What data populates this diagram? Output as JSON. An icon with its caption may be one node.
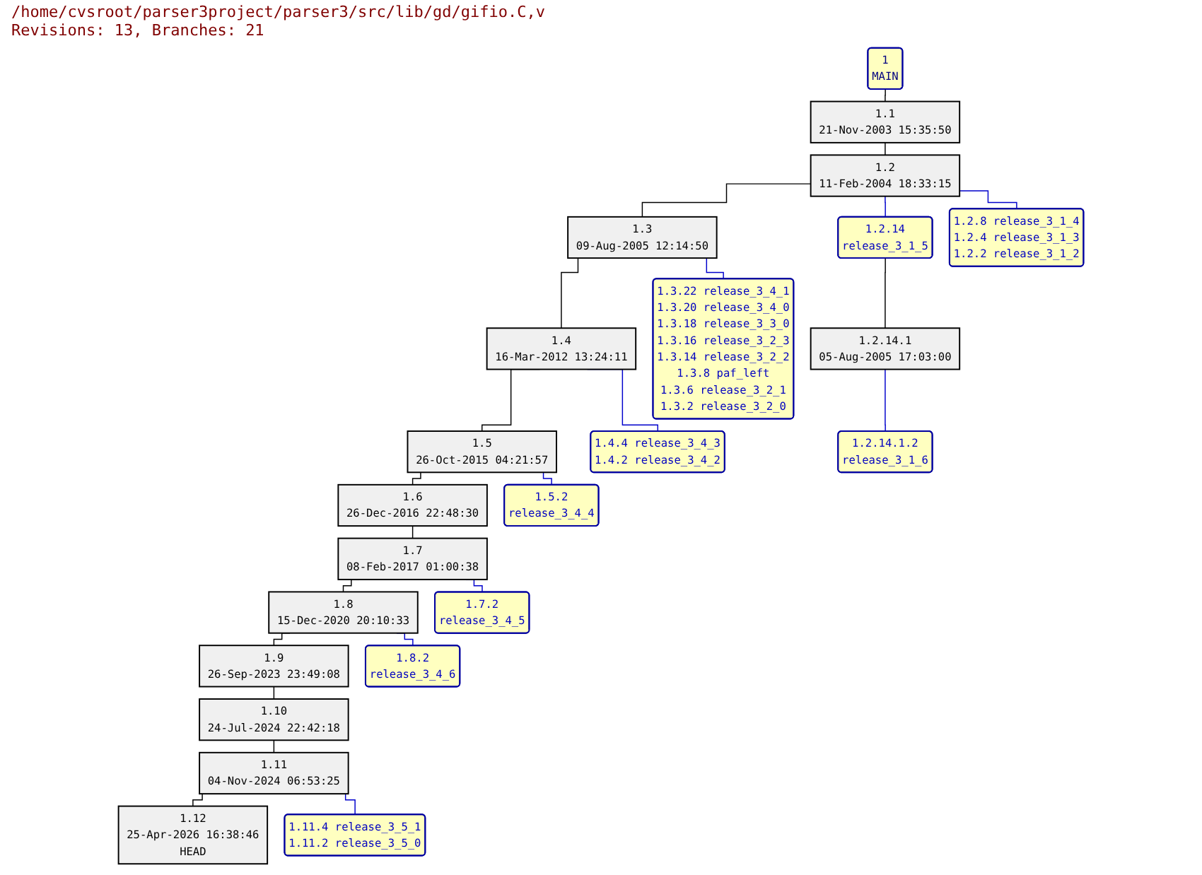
{
  "diagram": {
    "title": "/home/cvsroot/parser3project/parser3/src/lib/gd/gifio.C,v",
    "nodes": [
      {
        "text": [
          "1",
          "MAIN"
        ]
      },
      {
        "text": [
          "1.1",
          "21-Nov-2003 15:35:50"
        ]
      },
      {
        "text": [
          "1.2",
          "11-Feb-2004 18:33:15"
        ]
      },
      {
        "text": [
          "1.3",
          "09-Aug-2005 12:14:50"
        ]
      },
      {
        "text": [
          "1.4",
          "16-Mar-2012 13:24:11"
        ]
      },
      {
        "text": [
          "1.5",
          "26-Oct-2015 04:21:57"
        ]
      },
      {
        "text": [
          "1.6",
          "26-Dec-2016 22:48:30"
        ]
      },
      {
        "text": [
          "1.7",
          "08-Feb-2017 01:00:38"
        ]
      },
      {
        "text": [
          "1.8",
          "15-Dec-2020 20:10:33"
        ]
      },
      {
        "text": [
          "1.9",
          "26-Sep-2023 23:49:08"
        ]
      },
      {
        "text": [
          "1.10",
          "24-Jul-2024 22:42:18"
        ]
      },
      {
        "text": [
          "1.11",
          "04-Nov-2024 06:53:25"
        ]
      },
      {
        "text": [
          "1.12",
          "25-Apr-2026 16:38:46",
          "HEAD"
        ]
      },
      {
        "text": [
          "1.2.14",
          "release_3_1_5"
        ]
      },
      {
        "text": [
          "1.2.14.1",
          "05-Aug-2005 17:03:00"
        ]
      },
      {
        "text": [
          "1.2.14.1.2",
          "release_3_1_6"
        ]
      },
      {
        "text": [
          "1.2.8 release_3_1_4",
          "1.2.4 release_3_1_3",
          "1.2.2 release_3_1_2"
        ]
      },
      {
        "text": [
          "1.3.22 release_3_4_1",
          "1.3.20 release_3_4_0",
          "1.3.18 release_3_3_0",
          "1.3.16 release_3_2_3",
          "1.3.14 release_3_2_2",
          "1.3.8 paf_left",
          "1.3.6 release_3_2_1",
          "1.3.2 release_3_2_0"
        ]
      },
      {
        "text": [
          "1.4.4 release_3_4_3",
          "1.4.2 release_3_4_2"
        ]
      },
      {
        "text": [
          "1.5.2",
          "release_3_4_4"
        ]
      },
      {
        "text": [
          "1.7.2",
          "release_3_4_5"
        ]
      },
      {
        "text": [
          "1.8.2",
          "release_3_4_6"
        ]
      },
      {
        "text": [
          "1.11.4 release_3_5_1",
          "1.11.2 release_3_5_0"
        ]
      }
    ],
    "edges": [
      {
        "from": 0,
        "to": 1,
        "arrow": "none"
      },
      {
        "from": 1,
        "to": 2,
        "arrow": "none"
      },
      {
        "from": 2,
        "to": 3,
        "arrow": "none"
      },
      {
        "from": 3,
        "to": 4,
        "arrow": "none"
      },
      {
        "from": 4,
        "to": 5,
        "arrow": "none"
      },
      {
        "from": 5,
        "to": 6,
        "arrow": "none"
      },
      {
        "from": 6,
        "to": 7,
        "arrow": "none"
      },
      {
        "from": 7,
        "to": 8,
        "arrow": "none"
      },
      {
        "from": 8,
        "to": 9,
        "arrow": "none"
      },
      {
        "from": 9,
        "to": 10,
        "arrow": "none"
      },
      {
        "from": 10,
        "to": 11,
        "arrow": "none"
      },
      {
        "from": 11,
        "to": 12,
        "arrow": "none"
      },
      {
        "from": 2,
        "to": 13,
        "arrow": "none",
        "color": "#0000cc"
      },
      {
        "from": 2,
        "to": 16,
        "arrow": "none",
        "color": "#0000cc"
      },
      {
        "from": 13,
        "to": 14,
        "arrow": "none"
      },
      {
        "from": 14,
        "to": 15,
        "arrow": "none",
        "color": "#0000cc"
      },
      {
        "from": 3,
        "to": 17,
        "arrow": "none",
        "color": "#0000cc"
      },
      {
        "from": 4,
        "to": 18,
        "arrow": "none",
        "color": "#0000cc"
      },
      {
        "from": 5,
        "to": 19,
        "arrow": "none",
        "color": "#0000cc"
      },
      {
        "from": 7,
        "to": 20,
        "arrow": "none",
        "color": "#0000cc"
      },
      {
        "from": 8,
        "to": 21,
        "arrow": "none",
        "color": "#0000cc"
      },
      {
        "from": 11,
        "to": 22,
        "arrow": "none",
        "color": "#0000cc"
      }
    ],
    "labels": [
      "Revisions: 13, Branches: 21"
    ]
  }
}
